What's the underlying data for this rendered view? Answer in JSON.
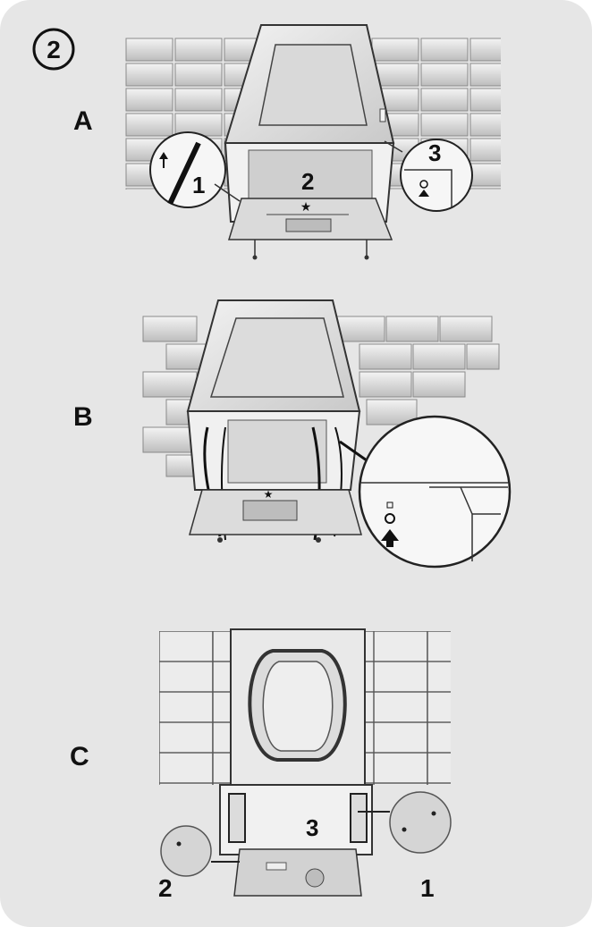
{
  "step": {
    "number": "2"
  },
  "panels": [
    {
      "label": "A",
      "callouts": [
        {
          "text": "1"
        },
        {
          "text": "2"
        },
        {
          "text": "3"
        }
      ]
    },
    {
      "label": "B",
      "callouts": []
    },
    {
      "label": "C",
      "callouts": [
        {
          "text": "3"
        },
        {
          "text": "2"
        },
        {
          "text": "1"
        }
      ]
    }
  ]
}
